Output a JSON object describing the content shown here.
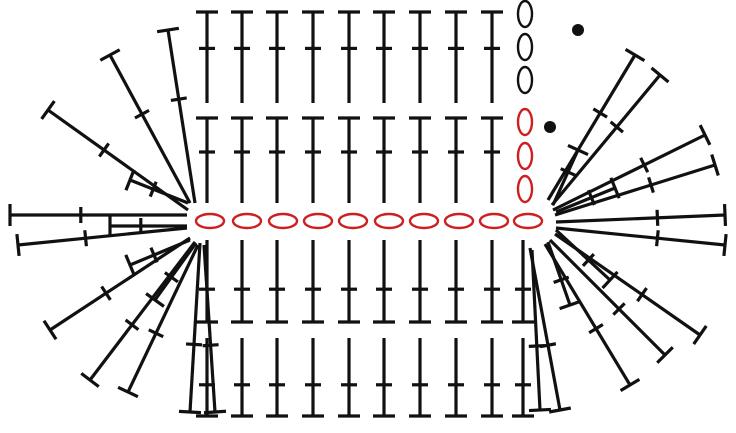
{
  "diagram": {
    "type": "crochet-chart",
    "stitch_colors": {
      "foundation_chain": "#cc1f1f",
      "turning_chain": "#111111",
      "double_crochet": "#111111",
      "slip_stitch": "#111111"
    },
    "foundation": {
      "stitch": "chain",
      "count": 10,
      "color": "#cc1f1f"
    },
    "rounds": [
      {
        "round": 1,
        "turning_chain_count": 3,
        "turning_chain_color": "#cc1f1f",
        "ends_with": "slip-stitch"
      },
      {
        "round": 2,
        "turning_chain_count": 3,
        "turning_chain_color": "#111111",
        "ends_with": "slip-stitch"
      }
    ],
    "stitch_symbols": [
      "chain-oval",
      "double-crochet-t",
      "slip-stitch-dot"
    ]
  }
}
